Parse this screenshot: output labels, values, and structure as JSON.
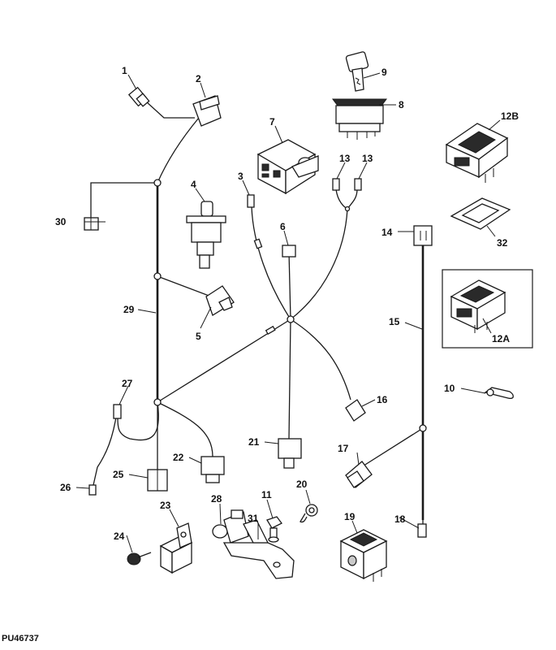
{
  "figure_id": "PU46737",
  "callouts": {
    "c1": "1",
    "c2": "2",
    "c3": "3",
    "c4": "4",
    "c5": "5",
    "c6": "6",
    "c7": "7",
    "c8": "8",
    "c9": "9",
    "c10": "10",
    "c11": "11",
    "c12A": "12A",
    "c12B": "12B",
    "c13a": "13",
    "c13b": "13",
    "c14": "14",
    "c15": "15",
    "c16": "16",
    "c17": "17",
    "c18": "18",
    "c19": "19",
    "c20": "20",
    "c21": "21",
    "c22": "22",
    "c23": "23",
    "c24": "24",
    "c25": "25",
    "c26": "26",
    "c27": "27",
    "c28": "28",
    "c29": "29",
    "c30": "30",
    "c31": "31",
    "c32": "32"
  }
}
